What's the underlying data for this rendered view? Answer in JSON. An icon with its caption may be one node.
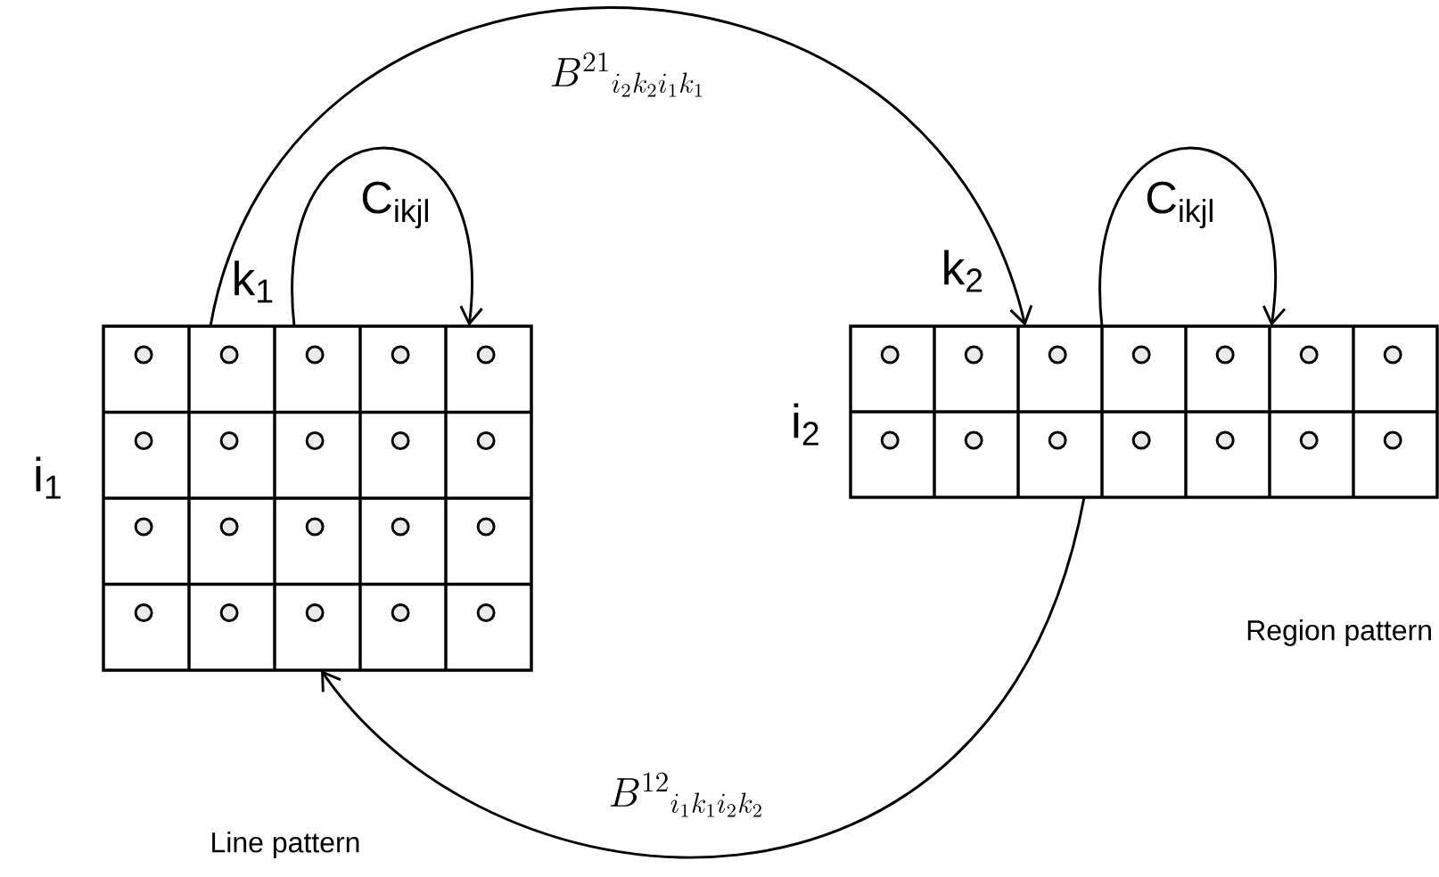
{
  "diagram": {
    "nodes": [
      {
        "text": [],
        "shape": "grid",
        "beside": [
          "k$_{1}$",
          "i$_{1}$"
        ]
      },
      {
        "text": [],
        "shape": "grid",
        "beside": [
          "k$_{2}$",
          "i$_{2}$"
        ]
      }
    ],
    "edges": [
      {
        "from": 0,
        "to": 1,
        "arrow": "to",
        "label": "B^{21}{}_{i_2k_2i_1k_1}"
      },
      {
        "from": 0,
        "to": 0,
        "arrow": "to",
        "label": "C$_{ikjl}$"
      },
      {
        "from": 1,
        "to": 1,
        "arrow": "to",
        "label": "C$_{ikjl}$"
      },
      {
        "from": 1,
        "to": 0,
        "arrow": "to",
        "label": "B^{12}{}_{i_1k_1i_2k_2}"
      }
    ],
    "labels": [
      "Region pattern",
      "Line pattern"
    ]
  }
}
